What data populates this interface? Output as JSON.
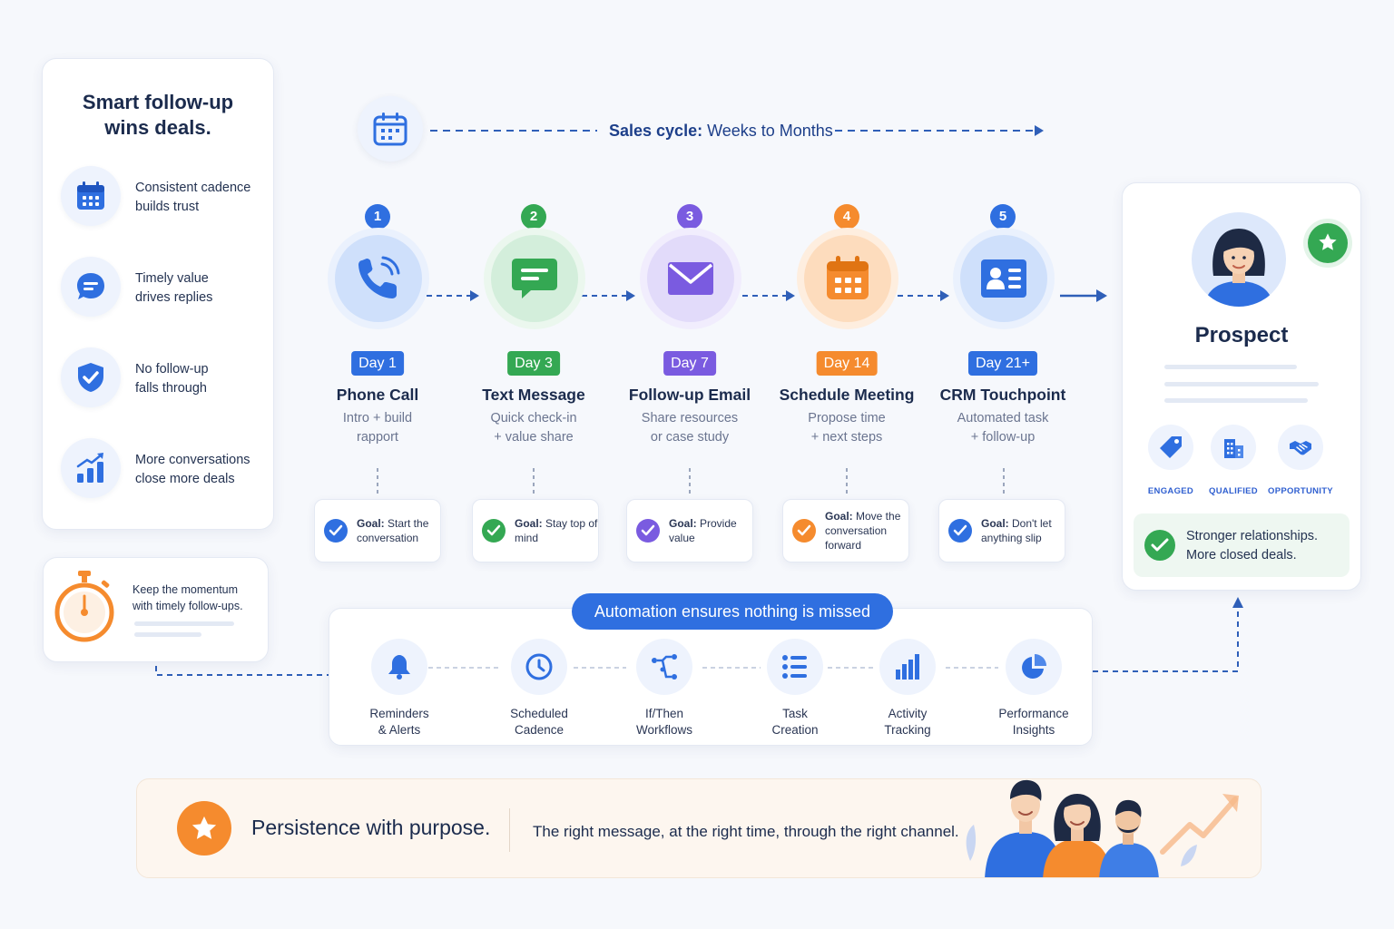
{
  "colors": {
    "blue": "#2f6fe0",
    "green": "#34a853",
    "purple": "#7a5be0",
    "orange": "#f58b2e",
    "navy": "#1d3f8a"
  },
  "left_panel": {
    "title_line1": "Smart follow-up",
    "title_line2": "wins deals.",
    "benefits": [
      {
        "icon": "calendar-icon",
        "line1": "Consistent cadence",
        "line2": "builds trust"
      },
      {
        "icon": "chat-bubble-icon",
        "line1": "Timely value",
        "line2": "drives replies"
      },
      {
        "icon": "shield-check-icon",
        "line1": "No follow-up",
        "line2": "falls through"
      },
      {
        "icon": "growth-chart-icon",
        "line1": "More conversations",
        "line2": "close more deals"
      }
    ]
  },
  "momentum": {
    "icon": "stopwatch-icon",
    "line1": "Keep the momentum",
    "line2": "with timely follow-ups."
  },
  "sales_cycle": {
    "label_bold": "Sales cycle:",
    "label_rest": " Weeks to Months"
  },
  "steps": [
    {
      "num": "1",
      "day": "Day 1",
      "title": "Phone Call",
      "desc1": "Intro + build",
      "desc2": "rapport",
      "goal_label": "Goal:",
      "goal_text": " Start the conversation",
      "icon": "phone-icon"
    },
    {
      "num": "2",
      "day": "Day 3",
      "title": "Text Message",
      "desc1": "Quick check-in",
      "desc2": "+ value share",
      "goal_label": "Goal:",
      "goal_text": " Stay top of mind",
      "icon": "message-icon"
    },
    {
      "num": "3",
      "day": "Day 7",
      "title": "Follow-up Email",
      "desc1": "Share resources",
      "desc2": "or case study",
      "goal_label": "Goal:",
      "goal_text": " Provide value",
      "icon": "email-icon"
    },
    {
      "num": "4",
      "day": "Day 14",
      "title": "Schedule Meeting",
      "desc1": "Propose time",
      "desc2": "+ next steps",
      "goal_label": "Goal:",
      "goal_text": " Move the conversation forward",
      "icon": "calendar-icon"
    },
    {
      "num": "5",
      "day": "Day 21+",
      "title": "CRM Touchpoint",
      "desc1": "Automated task",
      "desc2": "+ follow-up",
      "goal_label": "Goal:",
      "goal_text": " Don't let anything slip",
      "icon": "contact-card-icon"
    }
  ],
  "prospect": {
    "name": "Prospect",
    "badges": [
      {
        "label": "ENGAGED",
        "icon": "tag-icon"
      },
      {
        "label": "QUALIFIED",
        "icon": "building-icon"
      },
      {
        "label": "OPPORTUNITY",
        "icon": "handshake-icon"
      }
    ],
    "result_line1": "Stronger relationships.",
    "result_line2": "More closed deals."
  },
  "automation": {
    "title": "Automation ensures nothing is missed",
    "tools": [
      {
        "line1": "Reminders",
        "line2": "& Alerts",
        "icon": "bell-icon"
      },
      {
        "line1": "Scheduled",
        "line2": "Cadence",
        "icon": "clock-icon"
      },
      {
        "line1": "If/Then",
        "line2": "Workflows",
        "icon": "workflow-icon"
      },
      {
        "line1": "Task",
        "line2": "Creation",
        "icon": "task-list-icon"
      },
      {
        "line1": "Activity",
        "line2": "Tracking",
        "icon": "bar-chart-icon"
      },
      {
        "line1": "Performance",
        "line2": "Insights",
        "icon": "pie-chart-icon"
      }
    ]
  },
  "banner": {
    "headline": "Persistence with purpose.",
    "tagline": "The right message, at the right time, through the right channel."
  }
}
